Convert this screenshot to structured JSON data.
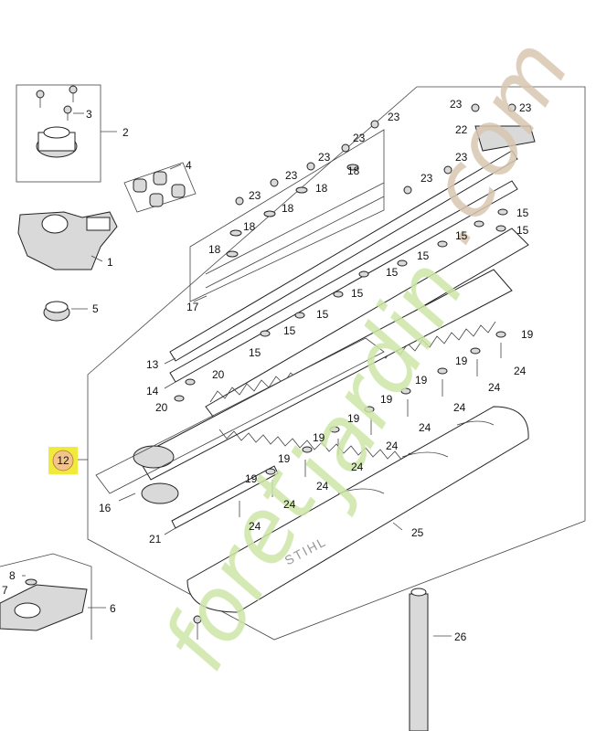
{
  "colors": {
    "watermark_green": "#cde6a6",
    "watermark_orange": "#f7c48b",
    "watermark_tan": "#d8c7b1",
    "highlight": "#f0ea3c",
    "highlight_circle": "#f2c48c"
  },
  "watermark": {
    "part1": "foret",
    "part2": "jardin",
    "part3": ".com"
  },
  "highlighted_callout": "12",
  "blade_brand": "STIHL",
  "callouts": {
    "c1": "1",
    "c2": "2",
    "c3": "3",
    "c4": "4",
    "c5": "5",
    "c6": "6",
    "c7": "7",
    "c8": "8",
    "c13": "13",
    "c14": "14",
    "c16": "16",
    "c17": "17",
    "c21": "21",
    "c22": "22",
    "c25": "25",
    "c26": "26",
    "c15": "15",
    "c18": "18",
    "c19": "19",
    "c20": "20",
    "c23": "23",
    "c24": "24"
  }
}
